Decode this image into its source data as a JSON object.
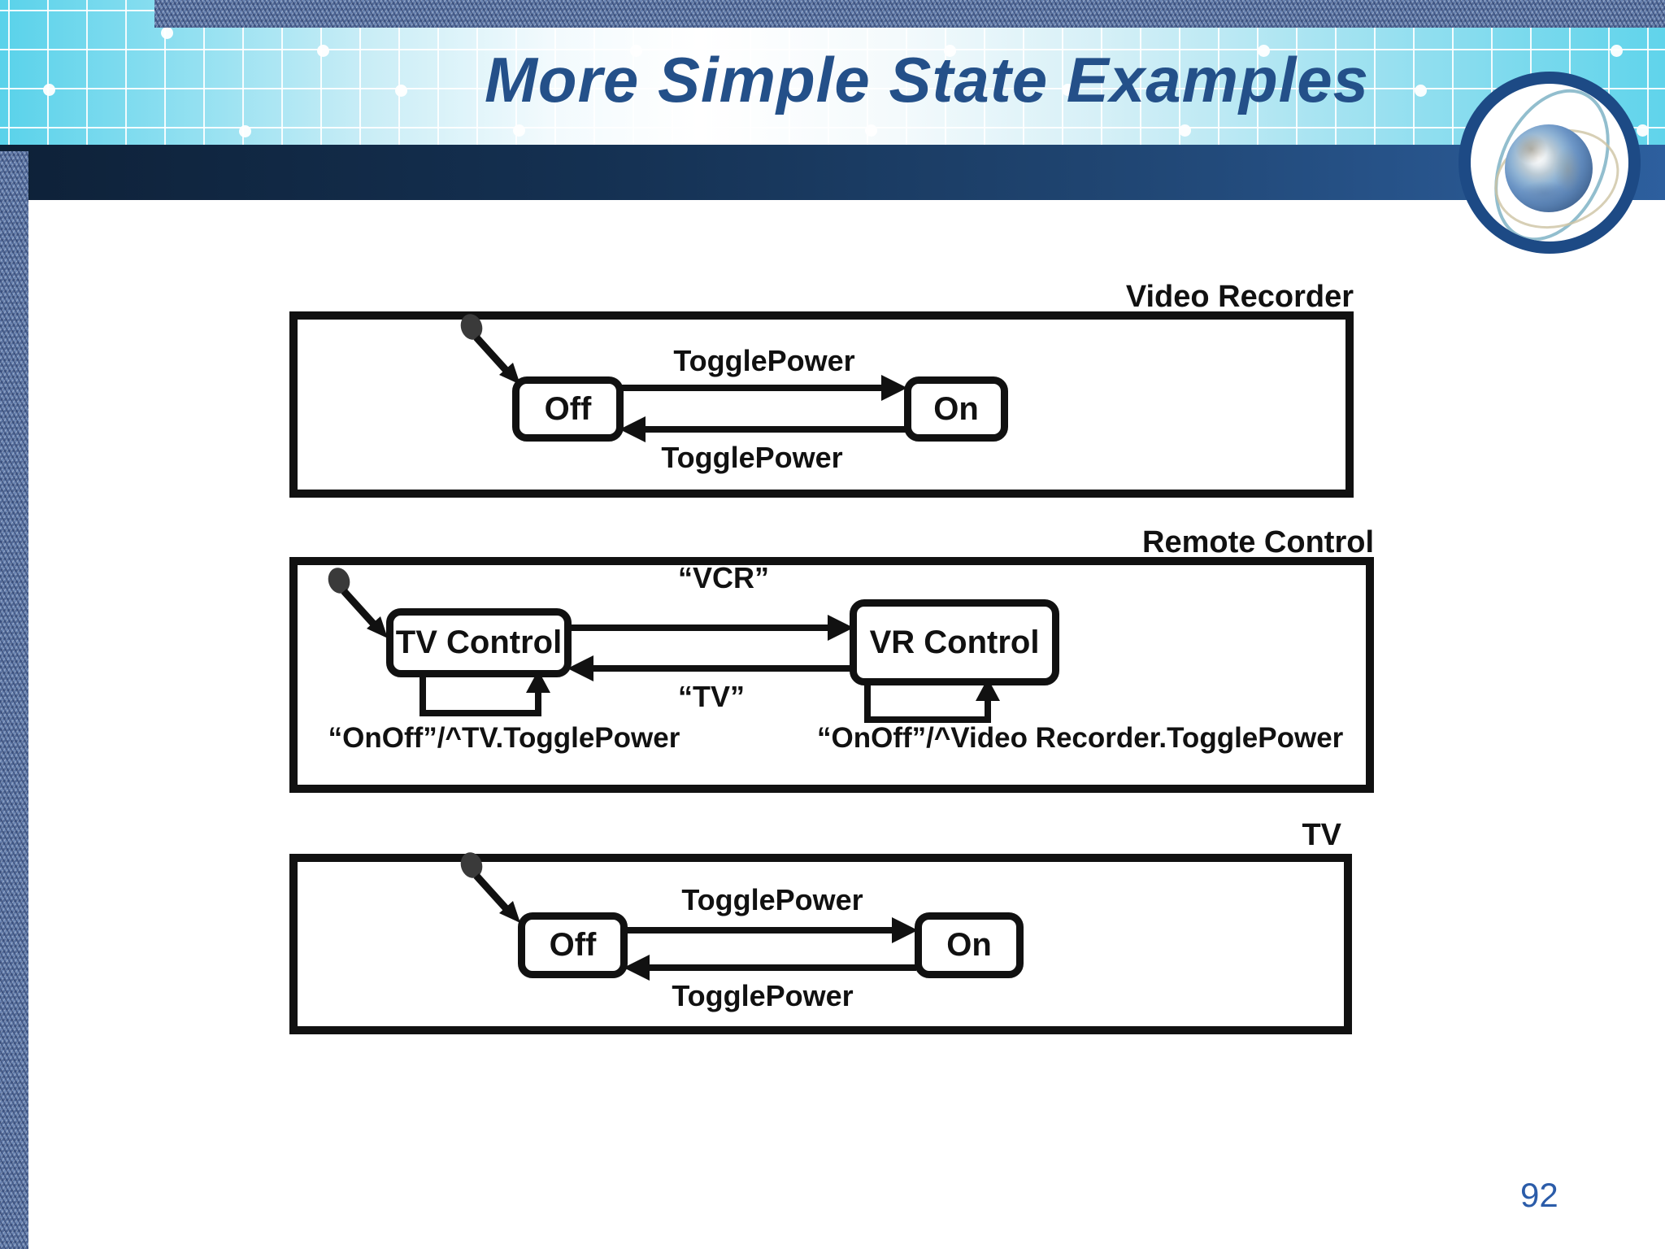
{
  "slide": {
    "title": "More Simple State Examples",
    "page_number": "92"
  },
  "icons": {
    "globe_logo": "earth-globe-with-orbit-rings",
    "initial_state": "filled-dot-with-arrow"
  },
  "colors": {
    "title_text": "#245089",
    "band_cyan": "#59d2ea",
    "navy_bar_left": "#0e2138",
    "navy_bar_right": "#2d5f9e",
    "diagram_ink": "#111111",
    "page_number": "#2b5ca9"
  },
  "diagrams": [
    {
      "title": "Video Recorder",
      "states": [
        "Off",
        "On"
      ],
      "forward_label": "TogglePower",
      "back_label": "TogglePower"
    },
    {
      "title": "Remote Control",
      "states": [
        "TV Control",
        "VR Control"
      ],
      "forward_label": "“VCR”",
      "back_label": "“TV”",
      "self_left_label": "“OnOff”/^TV.TogglePower",
      "self_right_label": "“OnOff”/^Video Recorder.TogglePower"
    },
    {
      "title": "TV",
      "states": [
        "Off",
        "On"
      ],
      "forward_label": "TogglePower",
      "back_label": "TogglePower"
    }
  ]
}
